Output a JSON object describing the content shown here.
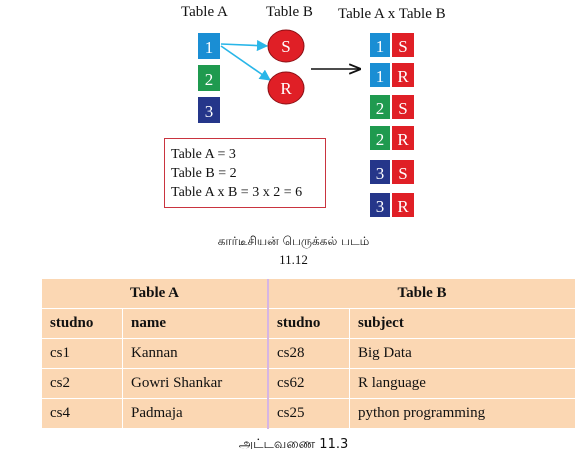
{
  "diagram": {
    "labels": {
      "table_a": "Table A",
      "table_b": "Table B",
      "product": "Table A x Table B"
    },
    "table_a_cells": [
      "1",
      "2",
      "3"
    ],
    "table_b_cells": [
      "S",
      "R"
    ],
    "product_rows": [
      [
        "1",
        "S"
      ],
      [
        "1",
        "R"
      ],
      [
        "2",
        "S"
      ],
      [
        "2",
        "R"
      ],
      [
        "3",
        "S"
      ],
      [
        "3",
        "R"
      ]
    ],
    "note_lines": [
      "Table A = 3",
      "Table B = 2",
      "Table A x B = 3 x 2 = 6"
    ],
    "caption_tamil": "கார்டீசியன் பெருக்கல் படம்",
    "caption_number": "11.12",
    "colors": {
      "c1": "#1a8ed4",
      "c2": "#1f9a4f",
      "c3": "#25368a",
      "red": "#e01f26",
      "cyan": "#29b6e8"
    }
  },
  "table": {
    "group_headers": [
      "Table A",
      "Table B"
    ],
    "columns": [
      "studno",
      "name",
      "studno",
      "subject"
    ],
    "rows": [
      [
        "cs1",
        "Kannan",
        "cs28",
        "Big Data"
      ],
      [
        "cs2",
        "Gowri Shankar",
        "cs62",
        "R language"
      ],
      [
        "cs4",
        "Padmaja",
        "cs25",
        "python programming"
      ]
    ],
    "caption": "அட்டவணை 11.3"
  }
}
